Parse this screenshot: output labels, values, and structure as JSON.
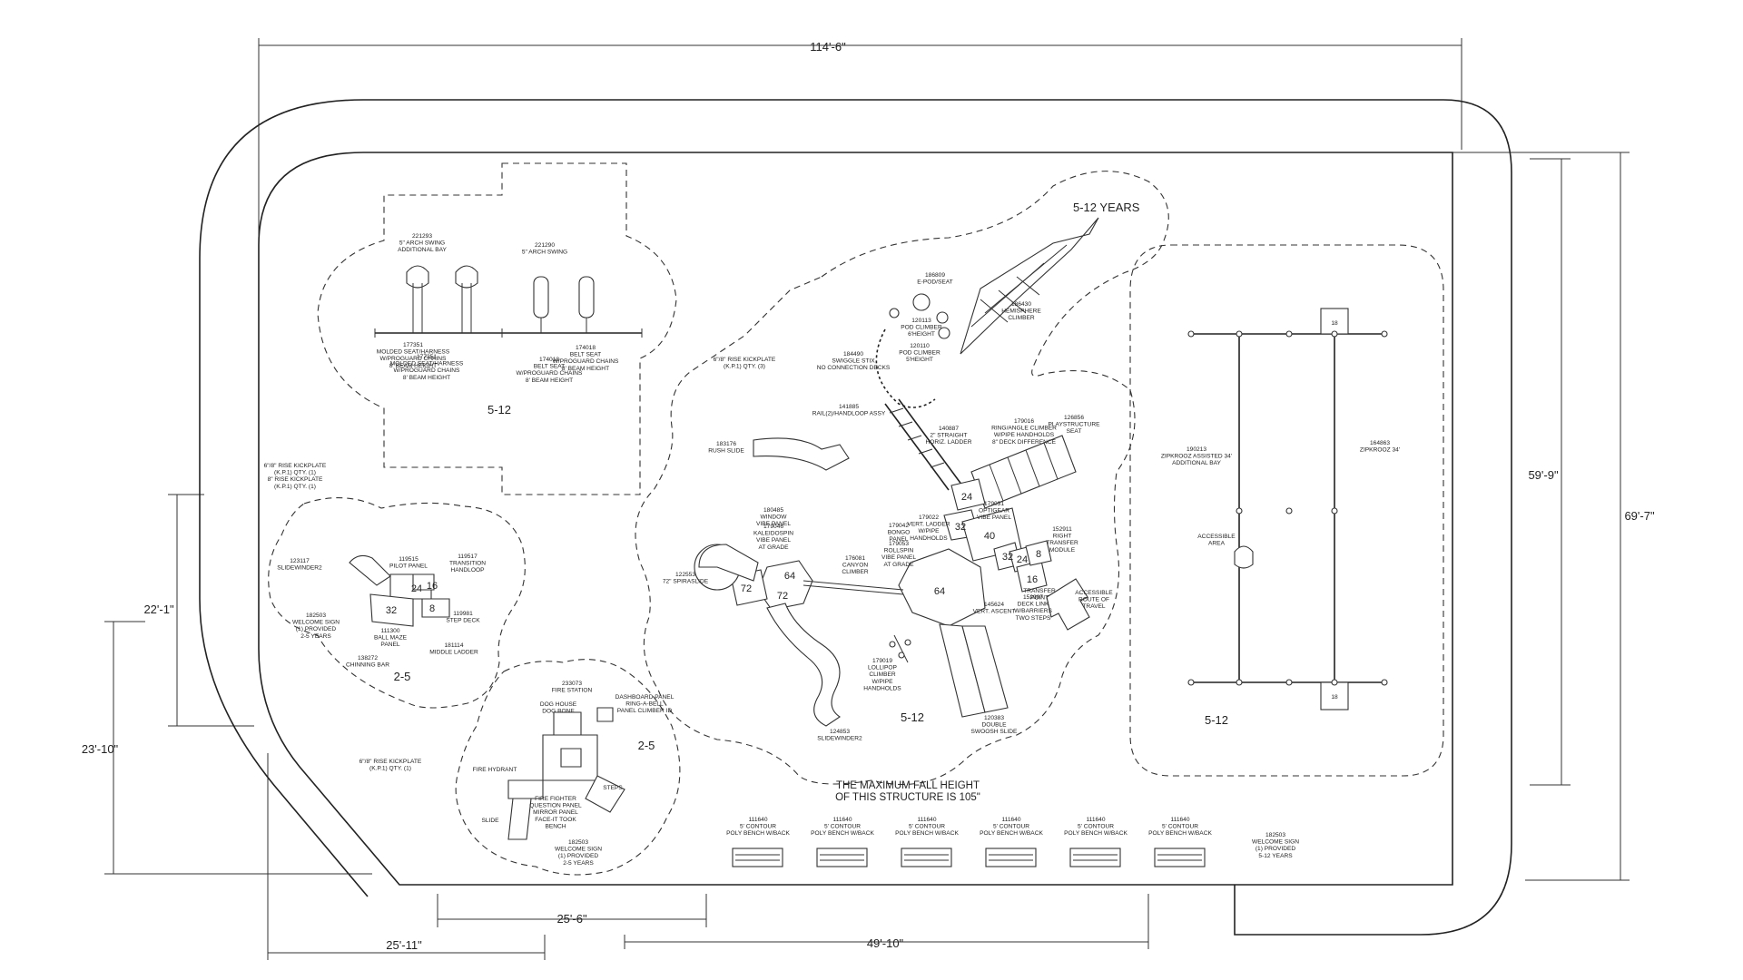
{
  "dimensions": {
    "overall_width": "114'-6\"",
    "right_inner": "59'-9\"",
    "right_outer": "69'-7\"",
    "left_upper": "22'-1\"",
    "left_lower": "23'-10\"",
    "bottom_left": "25'-11\"",
    "bottom_mid": "25'-6\"",
    "bottom_right": "49'-10\""
  },
  "zones": {
    "swings": "5-12",
    "main": "5-12",
    "main_top": "5-12 YEARS",
    "right_swing": "5-12",
    "toddler_left": "2-5",
    "toddler_bottom": "2-5"
  },
  "fall_height_note": [
    "THE MAXIMUM FALL HEIGHT",
    "OF THIS STRUCTURE IS 105\""
  ],
  "deck_heights": [
    "24",
    "32",
    "40",
    "24",
    "32",
    "16",
    "8",
    "64",
    "72",
    "72",
    "64",
    "24",
    "16",
    "32",
    "8"
  ],
  "swing_labels": {
    "sw1": [
      "221293",
      "5\" ARCH SWING",
      "ADDITIONAL BAY"
    ],
    "sw2": [
      "221290",
      "5\" ARCH SWING"
    ],
    "sw3": [
      "177351",
      "MOLDED SEAT/HARNESS",
      "W/PROGUARD CHAINS",
      "8' BEAM HEIGHT"
    ],
    "sw4": [
      "177351",
      "MOLDED SEAT/HARNESS",
      "W/PROGUARD CHAINS",
      "8' BEAM HEIGHT"
    ],
    "sw5": [
      "174018",
      "BELT SEAT",
      "W/PROGUARD CHAINS",
      "8' BEAM HEIGHT"
    ],
    "sw6": [
      "174018",
      "BELT SEAT",
      "W/PROGUARD CHAINS",
      "8' BEAM HEIGHT"
    ]
  },
  "kickplates": {
    "k1": [
      "6\"/8\" RISE KICKPLATE",
      "(K.P.1) QTY. (3)"
    ],
    "k2": [
      "6\"/8\" RISE KICKPLATE",
      "(K.P.1) QTY. (1)",
      "8\" RISE KICKPLATE",
      "(K.P.1) QTY. (1)"
    ],
    "k3": [
      "6\"/8\" RISE KICKPLATE",
      "(K.P.1) QTY. (1)"
    ]
  },
  "main_labels": {
    "a": [
      "186809",
      "E-POD/SEAT"
    ],
    "b": [
      "186430",
      "HEMISPHERE",
      "CLIMBER"
    ],
    "c": [
      "120113",
      "POD CLIMBER",
      "6'HEIGHT"
    ],
    "d": [
      "120110",
      "POD CLIMBER",
      "5'HEIGHT"
    ],
    "e": [
      "184490",
      "SWIGGLE STIX",
      "NO CONNECTION DECKS"
    ],
    "f": [
      "141885",
      "RAIL(2)/HANDLOOP ASSY"
    ],
    "g": [
      "183176",
      "RUSH SLIDE"
    ],
    "h": [
      "140887",
      "2\" STRAIGHT",
      "HORIZ. LADDER"
    ],
    "i": [
      "179016",
      "RING/ANGLE CLIMBER",
      "W/PIPE HANDHOLDS",
      "8\" DECK DIFFERENCE"
    ],
    "j": [
      "126856",
      "PLAYSTRUCTURE",
      "SEAT"
    ],
    "k": [
      "180485",
      "WINDOW",
      "VIBE PANEL"
    ],
    "l": [
      "179046",
      "KALEIDOSPIN",
      "VIBE PANEL",
      "AT GRADE"
    ],
    "m": [
      "179022",
      "VERT. LADDER",
      "W/PIPE",
      "HANDHOLDS"
    ],
    "n": [
      "179042",
      "BONGO",
      "PANEL"
    ],
    "o": [
      "179053",
      "ROLLSPIN",
      "VIBE PANEL",
      "AT GRADE"
    ],
    "p": [
      "179031",
      "OPTIGEAR",
      "VIBE PANEL"
    ],
    "q": [
      "152911",
      "RIGHT",
      "TRANSFER",
      "MODULE"
    ],
    "r": [
      "122553",
      "72\" SPIRASLIDE"
    ],
    "s": [
      "176081",
      "CANYON",
      "CLIMBER"
    ],
    "t": [
      "152907",
      "DECK LINK",
      "W/BARRIERS",
      "TWO STEPS"
    ],
    "u": [
      "TRANSFER",
      "POINT"
    ],
    "v": [
      "ACCESSIBLE",
      "ROUTE OF",
      "TRAVEL"
    ],
    "w": [
      "145624",
      "VERT. ASCENT"
    ],
    "x": [
      "179019",
      "LOLLIPOP",
      "CLIMBER",
      "W/PIPE",
      "HANDHOLDS"
    ],
    "y": [
      "124853",
      "SLIDEWINDER2"
    ],
    "z": [
      "120383",
      "DOUBLE",
      "SWOOSH SLIDE"
    ]
  },
  "toddler_left_labels": {
    "a": [
      "123117",
      "SLIDEWINDER2"
    ],
    "b": [
      "119515",
      "PILOT PANEL"
    ],
    "c": [
      "119517",
      "TRANSITION",
      "HANDLOOP"
    ],
    "d": [
      "119981",
      "STEP DECK"
    ],
    "e": [
      "182503",
      "WELCOME SIGN",
      "(1) PROVIDED",
      "2-5 YEARS"
    ],
    "f": [
      "111300",
      "BALL MAZE",
      "PANEL"
    ],
    "g": [
      "181114",
      "MIDDLE LADDER"
    ],
    "h": [
      "138272",
      "CHINNING BAR"
    ]
  },
  "toddler_bottom_labels": {
    "a": [
      "233073",
      "FIRE STATION"
    ],
    "b": [
      "DOG HOUSE",
      "DOG BONE"
    ],
    "c": [
      "DASHBOARD PANEL",
      "RING-A-BELL",
      "PANEL CLIMBER ID"
    ],
    "d": [
      "FIRE HYDRANT"
    ],
    "e": [
      "STEPS"
    ],
    "f": [
      "SLIDE"
    ],
    "g": [
      "FIRE FIGHTER",
      "QUESTION PANEL",
      "MIRROR PANEL",
      "FACE-IT TOOK",
      "BENCH"
    ],
    "h": [
      "182503",
      "WELCOME SIGN",
      "(1) PROVIDED",
      "2-5 YEARS"
    ]
  },
  "right_swing_labels": {
    "a": [
      "190213",
      "ZIPKROOZ ASSISTED 34'",
      "ADDITIONAL BAY"
    ],
    "b": [
      "164863",
      "ZIPKROOZ 34'"
    ],
    "c": [
      "ACCESSIBLE",
      "AREA"
    ],
    "d": [
      "18"
    ]
  },
  "benches": [
    [
      "111640",
      "5' CONTOUR",
      "POLY BENCH W/BACK"
    ],
    [
      "111640",
      "5' CONTOUR",
      "POLY BENCH W/BACK"
    ],
    [
      "111640",
      "5' CONTOUR",
      "POLY BENCH W/BACK"
    ],
    [
      "111640",
      "5' CONTOUR",
      "POLY BENCH W/BACK"
    ],
    [
      "111640",
      "5' CONTOUR",
      "POLY BENCH W/BACK"
    ],
    [
      "111640",
      "5' CONTOUR",
      "POLY BENCH W/BACK"
    ]
  ],
  "welcome_sign": [
    "182503",
    "WELCOME SIGN",
    "(1) PROVIDED",
    "5-12 YEARS"
  ]
}
